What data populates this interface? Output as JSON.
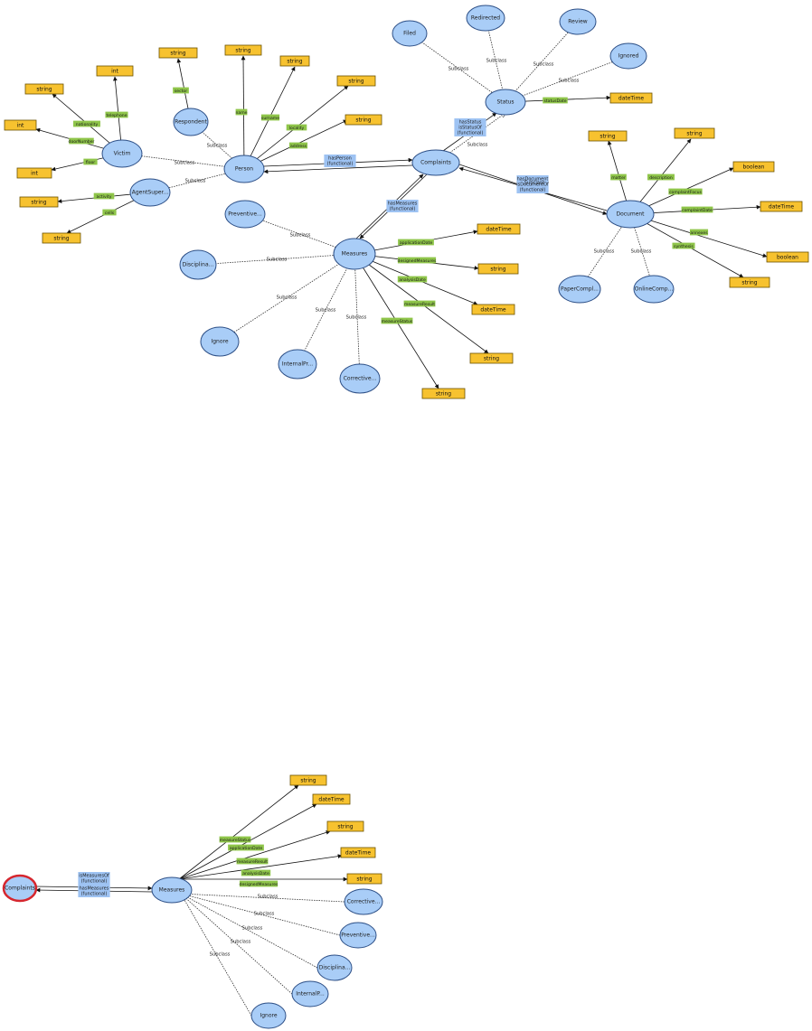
{
  "top_graph": {
    "nodes": {
      "complaints": "Complaints",
      "status": "Status",
      "filed": "Filed",
      "redirected": "Redirected",
      "review": "Review",
      "ignored": "Ignored",
      "person": "Person",
      "respondent": "Respondent",
      "victim": "Victim",
      "agent": "AgentSuper...",
      "document": "Document",
      "paper": "PaperCompl...",
      "online": "OnlineComp...",
      "measures": "Measures",
      "preventive": "Preventive...",
      "disciplinary": "Disciplina...",
      "ignore": "Ignore",
      "internal": "InternalPr...",
      "corrective": "Corrective..."
    },
    "datatypes": {
      "sector_t": "string",
      "name_t": "string",
      "surname_t": "string",
      "locality_t": "string",
      "address_t": "string",
      "nationality_t": "string",
      "telephone_t": "int",
      "doornumber_t": "int",
      "floor_t": "int",
      "activity_t": "string",
      "cells_t": "string",
      "statusdate_t": "dateTime",
      "matter_t": "string",
      "description_t": "string",
      "compfocus_t": "boolean",
      "compdate_t": "dateTime",
      "annexes_t": "boolean",
      "synthesis_t": "string",
      "appdate_t": "dateTime",
      "designed_t": "string",
      "analysis_t": "dateTime",
      "result_t": "string",
      "mstatus_t": "string"
    },
    "properties": {
      "sector": "sector",
      "name": "name",
      "surname": "surname",
      "locality": "locality",
      "address": "address",
      "nationality": "nationality",
      "telephone": "telephone",
      "doornumber": "doorNumber",
      "floor": "floor",
      "activity": "activity",
      "cells": "cells",
      "statusdate": "statusDate",
      "matter": "matter",
      "description": "description",
      "compfocus": "complaintFocus",
      "compdate": "complaintDate",
      "annexes": "annexes",
      "synthesis": "synthesis",
      "appdate": "applicationDate",
      "designed": "designedMeasures",
      "analysis": "analysisDate",
      "result": "measureResult",
      "mstatus": "measureStatus"
    },
    "subclass_label": "Subclass",
    "relations": {
      "hasperson": [
        "hasPerson",
        "(functional)"
      ],
      "hasstatus": [
        "hasStatus",
        "isStatusOf",
        "(functional)"
      ],
      "hasmeasures": [
        "hasMeasures",
        "(functional)"
      ],
      "hasdocument": [
        "hasDocument",
        "isDocumentOf",
        "(functional)"
      ]
    }
  },
  "bottom_graph": {
    "nodes": {
      "complaints": "Complaints",
      "measures": "Measures",
      "corrective": "Corrective...",
      "preventive": "Preventive...",
      "disciplinary": "Disciplina...",
      "internal": "InternalP...",
      "ignore": "Ignore"
    },
    "datatypes": {
      "mstatus_t": "string",
      "appdate_t": "dateTime",
      "result_t": "string",
      "analysis_t": "dateTime",
      "designed_t": "string"
    },
    "properties": {
      "mstatus": "measureStatus",
      "appdate": "applicationDate",
      "result": "measureResult",
      "analysis": "analysisDate",
      "designed": "designedMeasures"
    },
    "subclass_label": "Subclass",
    "relations": {
      "ismeasuresof": [
        "isMeasuresOf",
        "(functional)"
      ],
      "hasmeasures": [
        "hasMeasures",
        "(functional)"
      ]
    }
  },
  "colors": {
    "class_fill": "#a9cdf7",
    "datatype_fill": "#f7c22f",
    "property_fill": "#8fc54a",
    "relation_fill": "#9ec3f3",
    "selected_stroke": "#d6262e"
  }
}
